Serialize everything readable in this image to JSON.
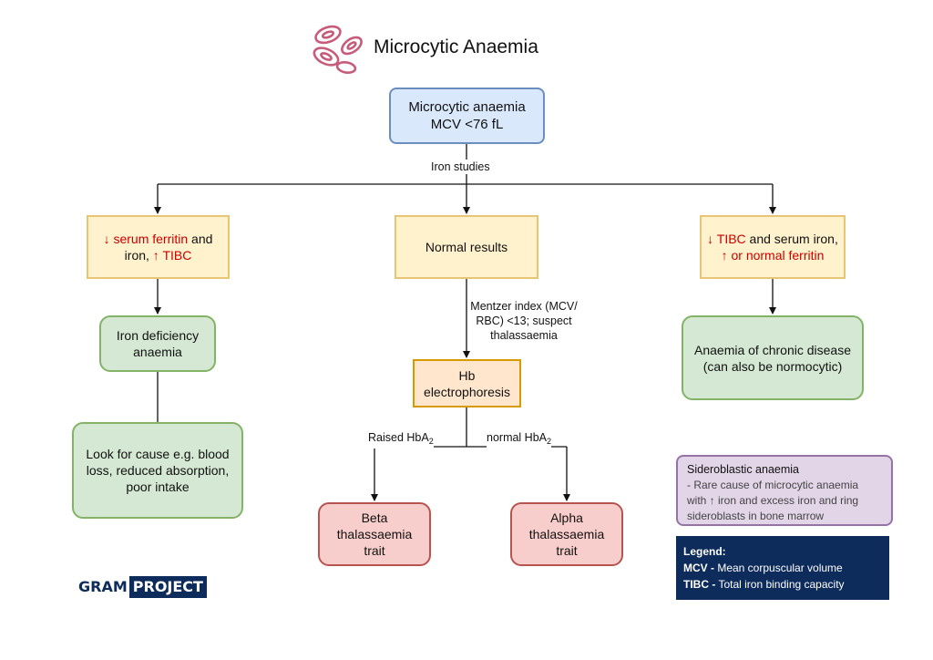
{
  "title": "Microcytic Anaemia",
  "nodes": {
    "root": {
      "line1": "Microcytic anaemia",
      "line2": "MCV <76 fL"
    },
    "left_result": {
      "arrow1": "↓",
      "part1": "serum ferritin",
      "part2": " and",
      "part3": "iron, ",
      "arrow2": "↑",
      "part4": "TIBC"
    },
    "center_result": {
      "text": "Normal results"
    },
    "right_result": {
      "arrow1": "↓",
      "part1": "TIBC",
      "part2": " and serum iron,",
      "arrow2": "↑",
      "part3": "or normal ferritin"
    },
    "iron_deficiency": {
      "line1": "Iron deficiency",
      "line2": "anaemia"
    },
    "look_for_cause": {
      "line1": "Look for cause e.g. blood",
      "line2": "loss, reduced absorption,",
      "line3": "poor intake"
    },
    "hb_electrophoresis": {
      "line1": "Hb",
      "line2": "electrophoresis"
    },
    "chronic_disease": {
      "line1": "Anaemia of chronic disease",
      "line2": "(can also be normocytic)"
    },
    "beta": {
      "line1": "Beta",
      "line2": "thalassaemia",
      "line3": "trait"
    },
    "alpha": {
      "line1": "Alpha",
      "line2": "thalassaemia",
      "line3": "trait"
    }
  },
  "edge_labels": {
    "iron_studies": "Iron studies",
    "mentzer_line1": "Mentzer index (MCV/",
    "mentzer_line2": "RBC) <13; suspect",
    "mentzer_line3": "thalassaemia",
    "raised": "Raised HbA",
    "normal": "normal HbA",
    "subscript": "2"
  },
  "sideroblastic": {
    "title": "Sideroblastic anaemia",
    "line1": "- Rare cause of microcytic anaemia",
    "line2": "with ↑ iron and excess iron and ring",
    "line3": "sideroblasts in bone marrow"
  },
  "legend": {
    "title": "Legend:",
    "mcv_key": "MCV -",
    "mcv_desc": " Mean corpuscular volume",
    "tibc_key": "TIBC -",
    "tibc_desc": " Total iron binding capacity"
  },
  "logo": {
    "part1": "GRAM",
    "part2": "PROJECT"
  },
  "colors": {
    "red_text": "#cc0000",
    "navy": "#0d2b5b",
    "icon_pink": "#c75b7a",
    "line": "#111111"
  },
  "icons": {
    "title_icon": "red-blood-cells-icon"
  }
}
